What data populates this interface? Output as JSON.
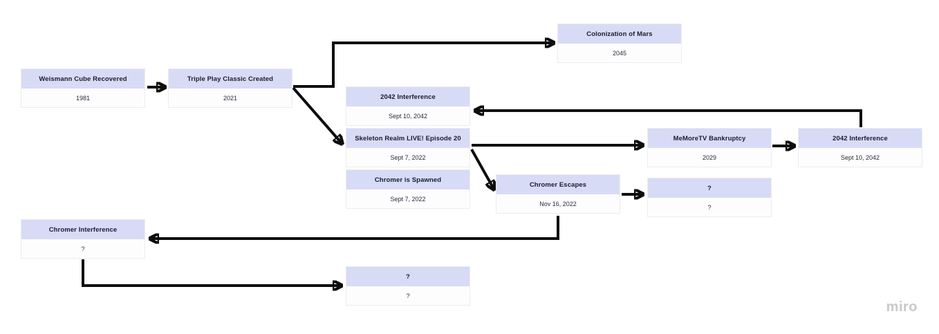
{
  "app": {
    "watermark": "miro"
  },
  "colors": {
    "card_header_bg": "#d8dbf6",
    "card_body_bg": "#fdfdfd",
    "card_border": "#ececf2",
    "arrow": "#0d0d0d",
    "title_text": "#1b1b30",
    "date_text": "#29293d",
    "watermark_text": "#c9c9c9",
    "canvas_bg": "#ffffff"
  },
  "nodes": [
    {
      "id": "weismann",
      "title": "Weismann Cube Recovered",
      "date": "1981"
    },
    {
      "id": "triple-play",
      "title": "Triple Play Classic Created",
      "date": "2021"
    },
    {
      "id": "mars",
      "title": "Colonization of Mars",
      "date": "2045"
    },
    {
      "id": "interference-a",
      "title": "2042 Interference",
      "date": "Sept 10, 2042"
    },
    {
      "id": "skeleton-realm",
      "title": "Skeleton Realm LIVE! Episode 20",
      "date": "Sept 7, 2022"
    },
    {
      "id": "chromer-spawned",
      "title": "Chromer is Spawned",
      "date": "Sept 7, 2022"
    },
    {
      "id": "memoretv",
      "title": "MeMoreTV Bankruptcy",
      "date": "2029"
    },
    {
      "id": "interference-b",
      "title": "2042 Interference",
      "date": "Sept 10, 2042"
    },
    {
      "id": "chromer-escapes",
      "title": "Chromer Escapes",
      "date": "Nov 16, 2022"
    },
    {
      "id": "unknown-a",
      "title": "?",
      "date": "?"
    },
    {
      "id": "chromer-interference",
      "title": "Chromer Interference",
      "date": "?"
    },
    {
      "id": "unknown-b",
      "title": "?",
      "date": "?"
    }
  ],
  "edges": [
    {
      "from": "weismann",
      "to": "triple-play"
    },
    {
      "from": "triple-play",
      "to": "mars"
    },
    {
      "from": "triple-play",
      "to": "skeleton-realm"
    },
    {
      "from": "interference-b",
      "to": "interference-a"
    },
    {
      "from": "skeleton-realm",
      "to": "memoretv"
    },
    {
      "from": "memoretv",
      "to": "interference-b"
    },
    {
      "from": "skeleton-realm",
      "to": "chromer-escapes"
    },
    {
      "from": "chromer-escapes",
      "to": "unknown-a"
    },
    {
      "from": "chromer-escapes",
      "to": "chromer-interference"
    },
    {
      "from": "chromer-interference",
      "to": "unknown-b"
    }
  ]
}
